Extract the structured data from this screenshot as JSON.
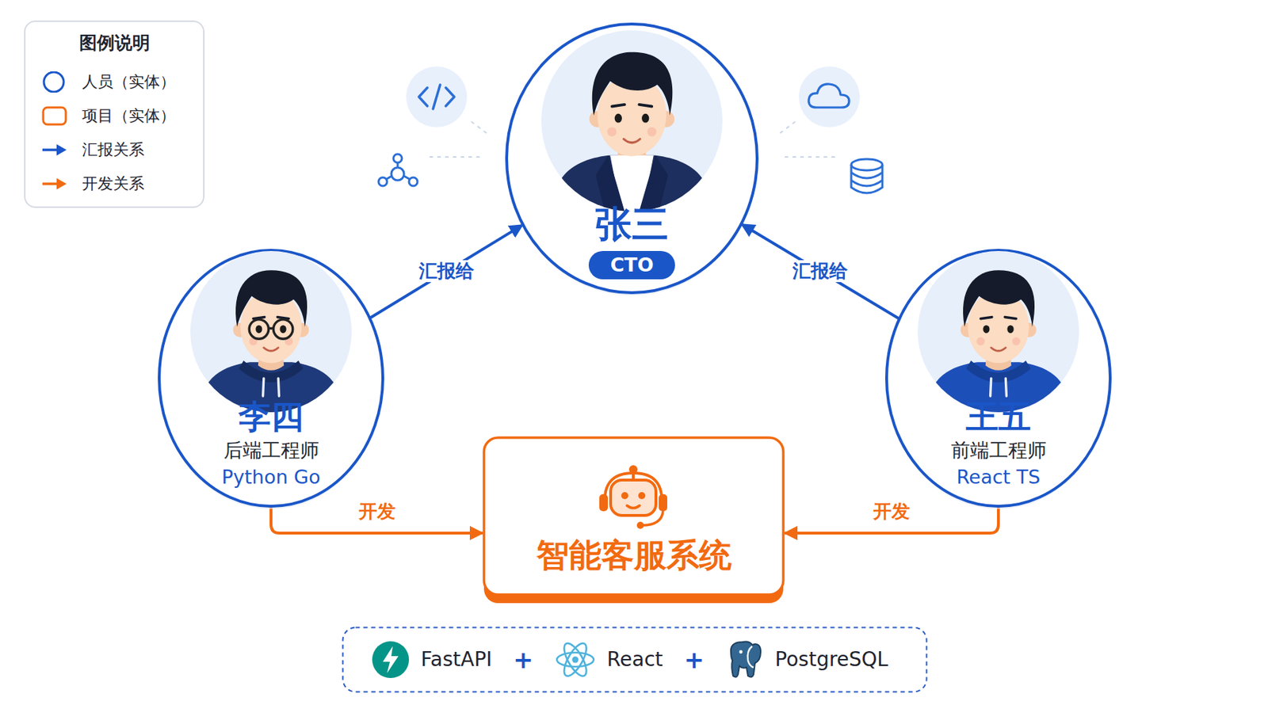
{
  "diagram": {
    "nodes": [
      {
        "text": [
          "张三",
          "CTO"
        ]
      },
      {
        "text": [
          "李四",
          "后端工程师",
          "Python Go"
        ]
      },
      {
        "text": [
          "王五",
          "前端工程师",
          "React TS"
        ]
      },
      {
        "text": [
          "智能客服系统"
        ]
      },
      {
        "text": [
          "FastAPI",
          "+",
          "React",
          "+",
          "PostgreSQL"
        ]
      }
    ],
    "edges": [
      {
        "from": 1,
        "to": 0,
        "arrow": "to",
        "label": "汇报给"
      },
      {
        "from": 2,
        "to": 0,
        "arrow": "to",
        "label": "汇报给"
      },
      {
        "from": 1,
        "to": 3,
        "arrow": "to",
        "label": "开发"
      },
      {
        "from": 2,
        "to": 3,
        "arrow": "to",
        "label": "开发"
      }
    ],
    "labels": [
      "图例说明"
    ],
    "legend": [
      {
        "text": "人员（实体）"
      },
      {
        "text": "项目（实体）"
      },
      {
        "text": "汇报关系"
      },
      {
        "text": "开发关系"
      }
    ]
  }
}
